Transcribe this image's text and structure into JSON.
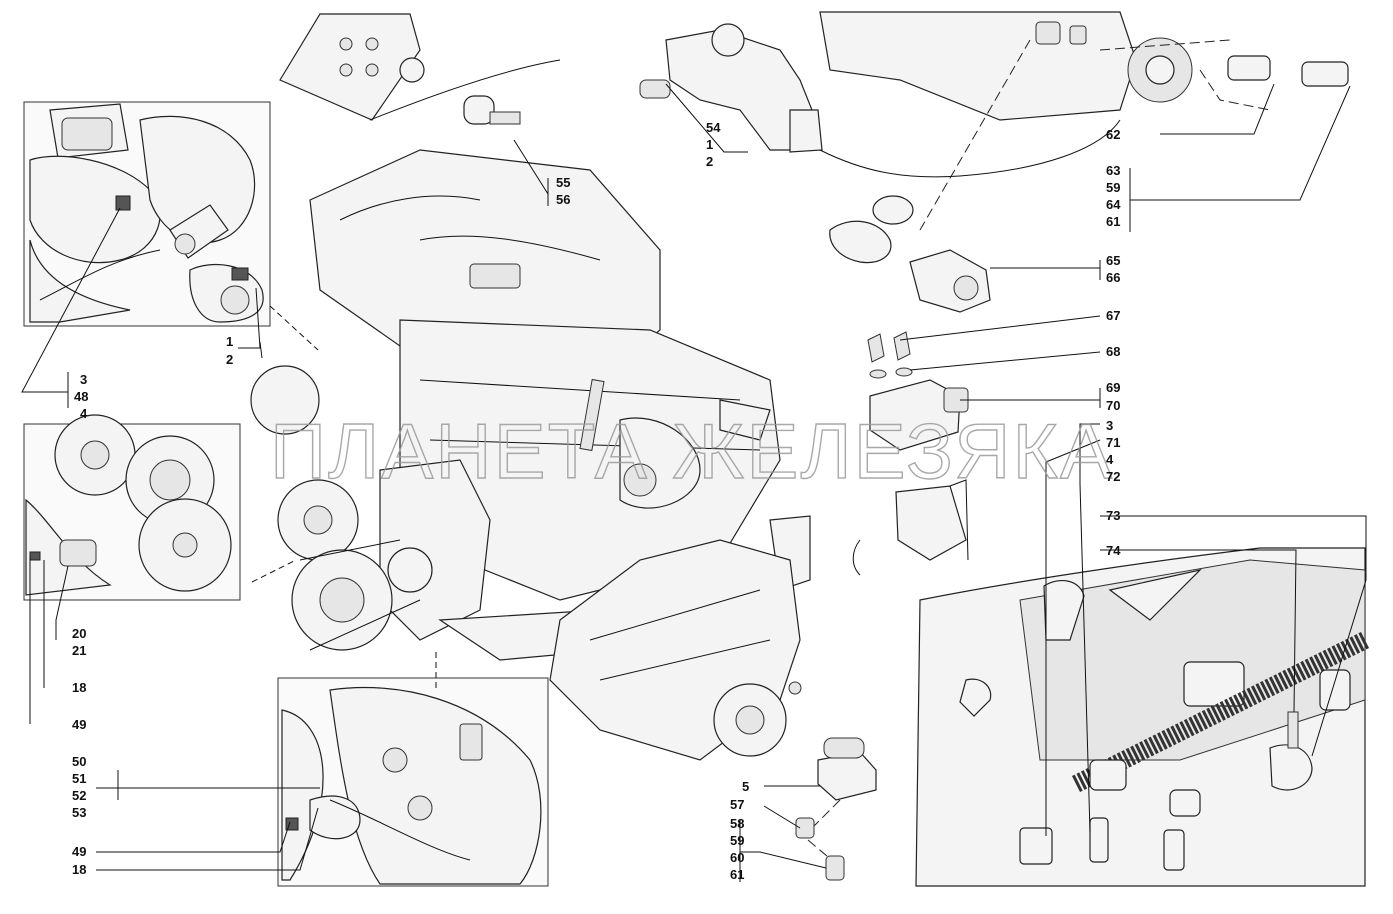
{
  "watermark": "ПЛАНЕТА ЖЕЛЕЗЯКА",
  "callouts": {
    "c54": "54",
    "c1a": "1",
    "c2a": "2",
    "c55": "55",
    "c56": "56",
    "c62": "62",
    "c63": "63",
    "c59a": "59",
    "c64": "64",
    "c61a": "61",
    "c65": "65",
    "c66": "66",
    "c67": "67",
    "c68": "68",
    "c69": "69",
    "c70": "70",
    "c3b": "3",
    "c71": "71",
    "c4b": "4",
    "c72": "72",
    "c73": "73",
    "c74": "74",
    "c1b": "1",
    "c2b": "2",
    "c3a": "3",
    "c48": "48",
    "c4a": "4",
    "c20": "20",
    "c21": "21",
    "c18a": "18",
    "c49a": "49",
    "c50": "50",
    "c51": "51",
    "c52": "52",
    "c53": "53",
    "c49b": "49",
    "c18b": "18",
    "c5": "5",
    "c57": "57",
    "c58": "58",
    "c59b": "59",
    "c60": "60",
    "c61b": "61"
  }
}
